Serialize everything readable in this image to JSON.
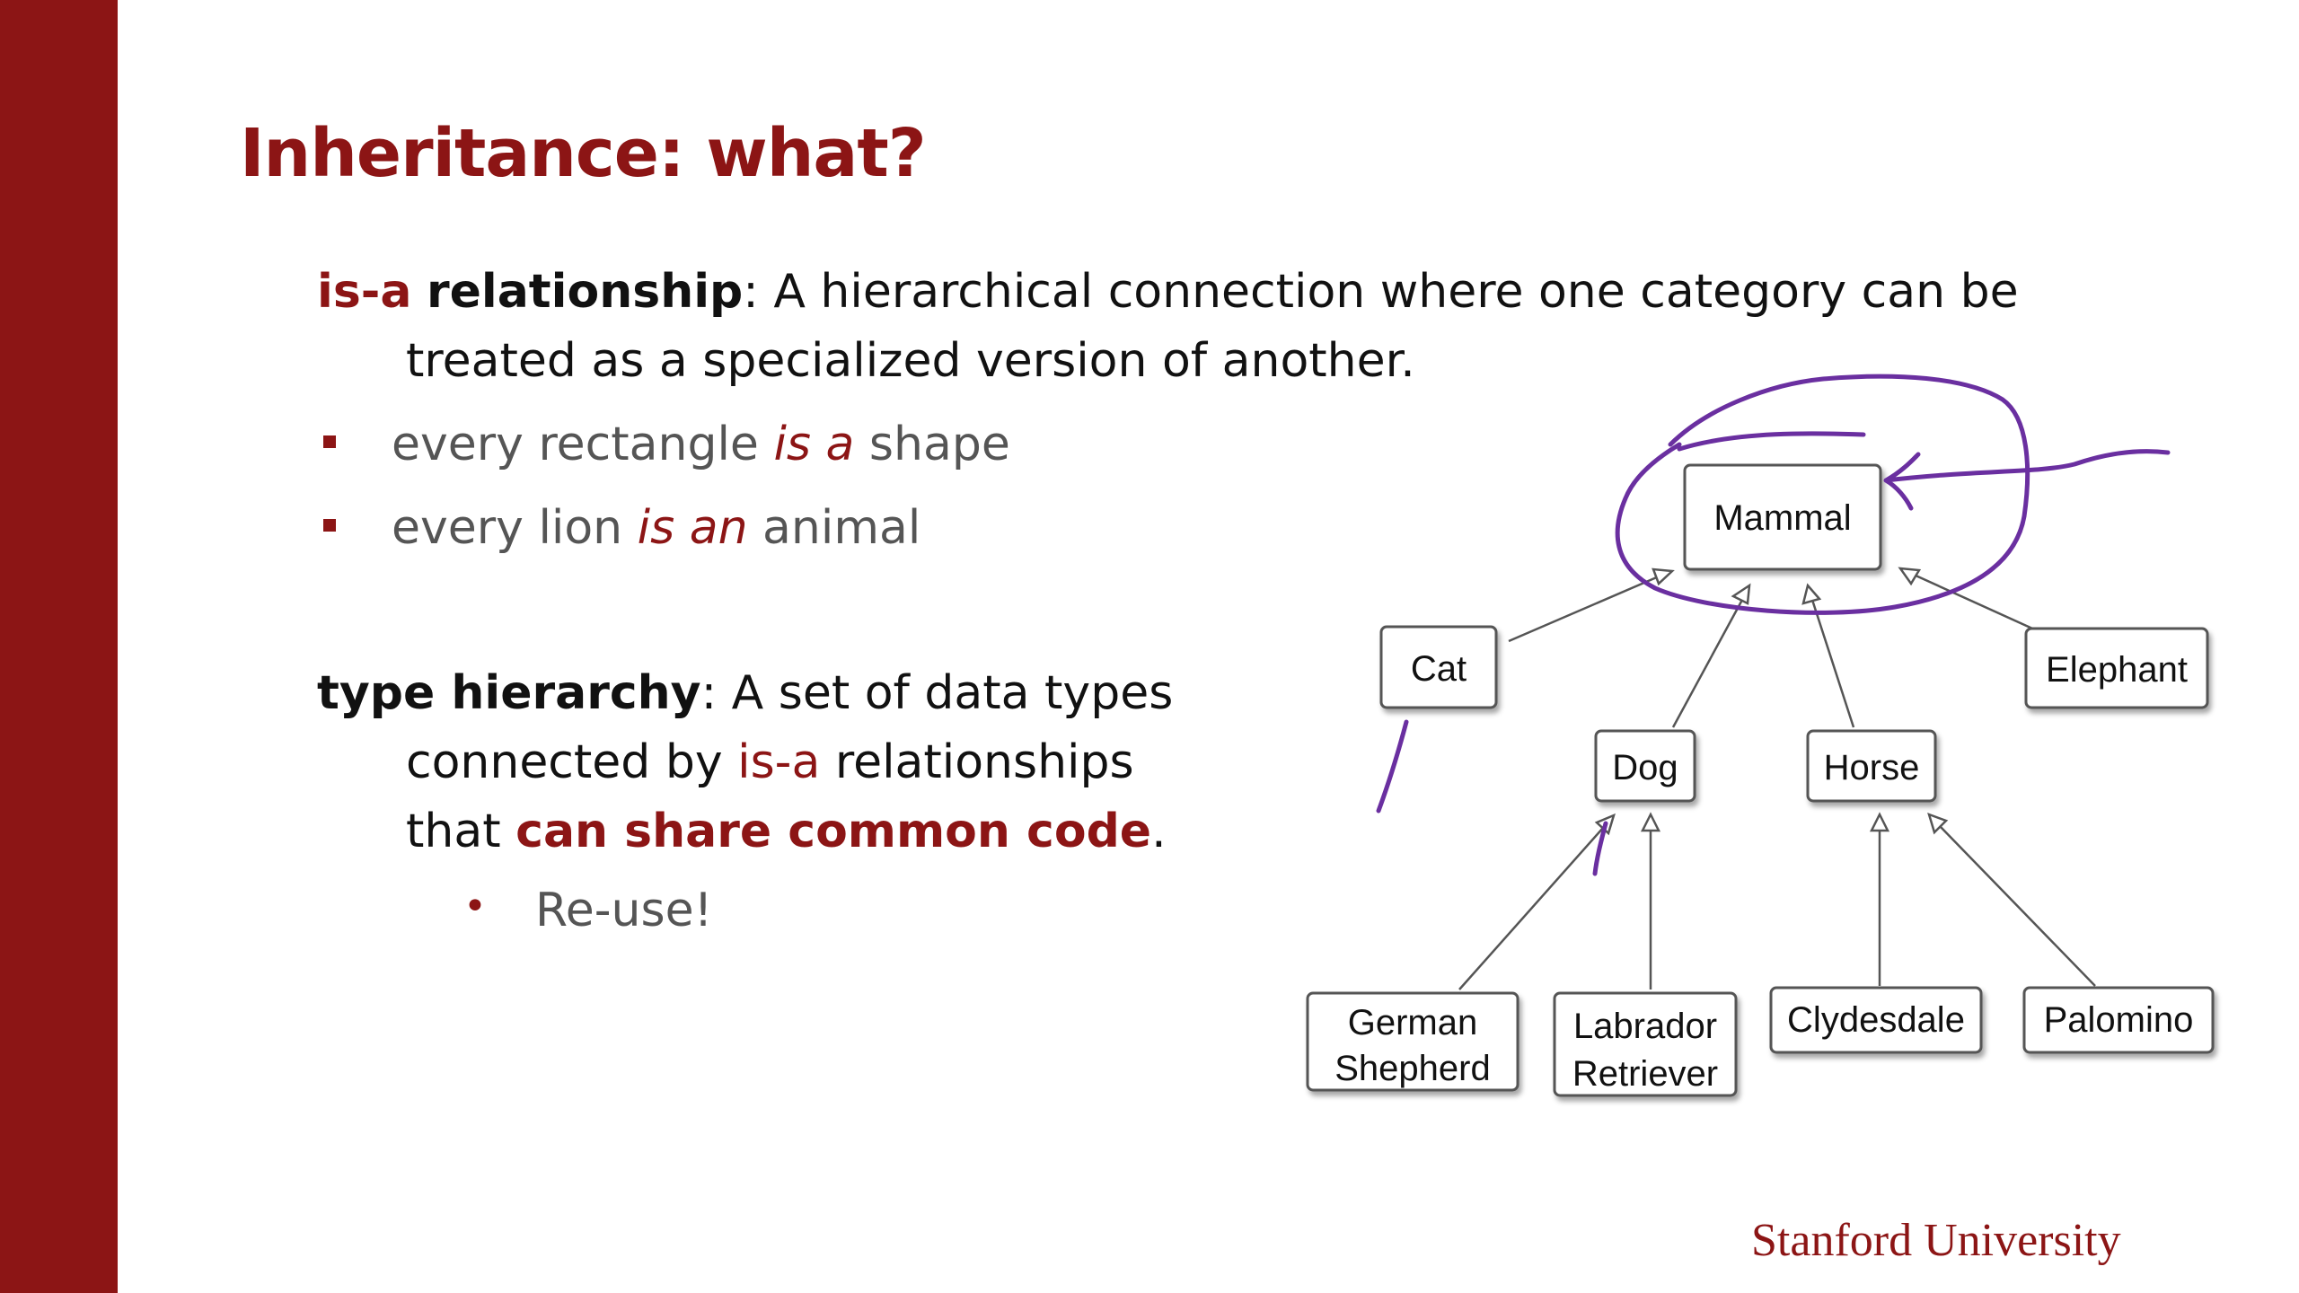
{
  "slide": {
    "title": "Inheritance: what?",
    "definition1": {
      "term_red": "is-a",
      "term_bold": "relationship",
      "text_line1": ": A hierarchical connection where one category can be",
      "text_line2": "treated as a specialized version of another."
    },
    "bullets": [
      {
        "pre": "every rectangle ",
        "em": "is a",
        "post": " shape"
      },
      {
        "pre": "every lion ",
        "em": "is an",
        "post": " animal"
      }
    ],
    "definition2": {
      "term": "type hierarchy",
      "line1_rest": ": A set of data types",
      "line2_pre": "connected by ",
      "line2_red": "is-a",
      "line2_post": " relationships",
      "line3_pre": "that ",
      "line3_bold_red": "can share common code",
      "line3_post": "."
    },
    "sub_bullet": {
      "marker": "•",
      "text": "Re-use!"
    },
    "footer": "Stanford University"
  },
  "diagram": {
    "nodes": {
      "mammal": "Mammal",
      "cat": "Cat",
      "elephant": "Elephant",
      "dog": "Dog",
      "horse": "Horse",
      "german_shepherd": [
        "German",
        "Shepherd"
      ],
      "labrador_retriever": [
        "Labrador",
        "Retriever"
      ],
      "clydesdale": "Clydesdale",
      "palomino": "Palomino"
    },
    "annotation_color": "#6a2fa0"
  },
  "colors": {
    "brand": "#8c1515"
  }
}
